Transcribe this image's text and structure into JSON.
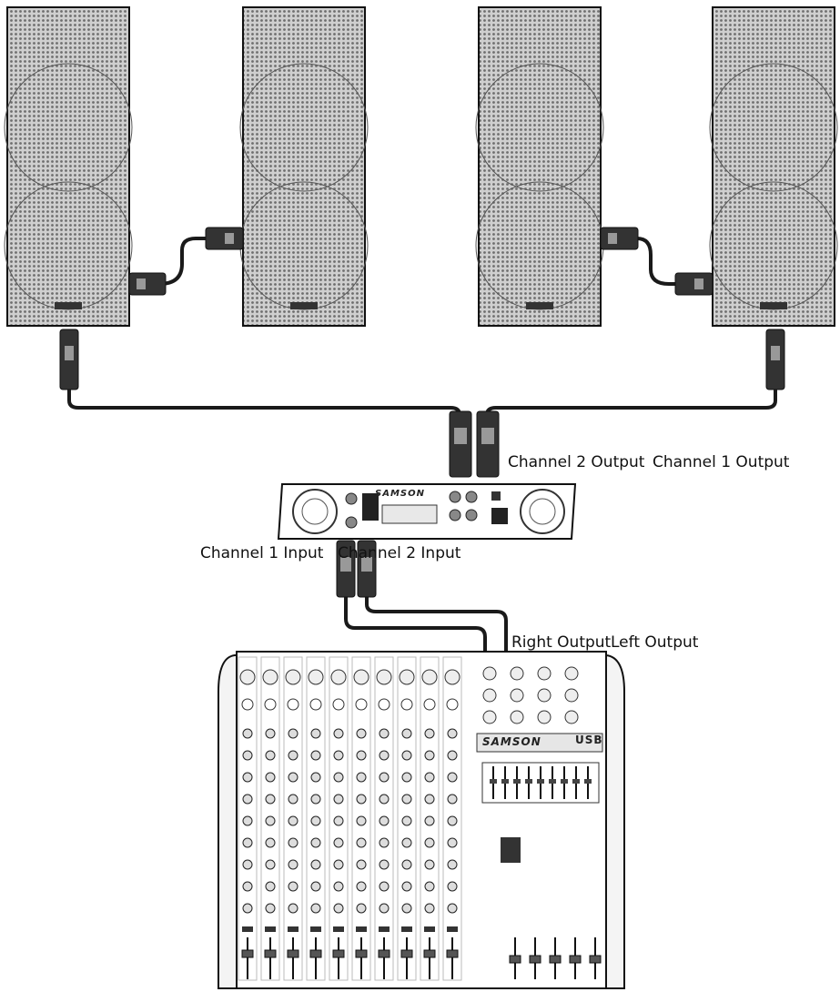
{
  "labels": {
    "ch2_output": "Channel 2 Output",
    "ch1_output": "Channel 1 Output",
    "ch1_input": "Channel 1 Input",
    "ch2_input": "Channel 2 Input",
    "right_output": "Right Output",
    "left_output": "Left Output"
  },
  "amplifier": {
    "brand": "SAMSON"
  },
  "mixer": {
    "brand": "SAMSON",
    "usb_badge": "USB"
  },
  "colors": {
    "line": "#111111",
    "grille": "#8a8a8a",
    "cable": "#1a1a1a"
  }
}
